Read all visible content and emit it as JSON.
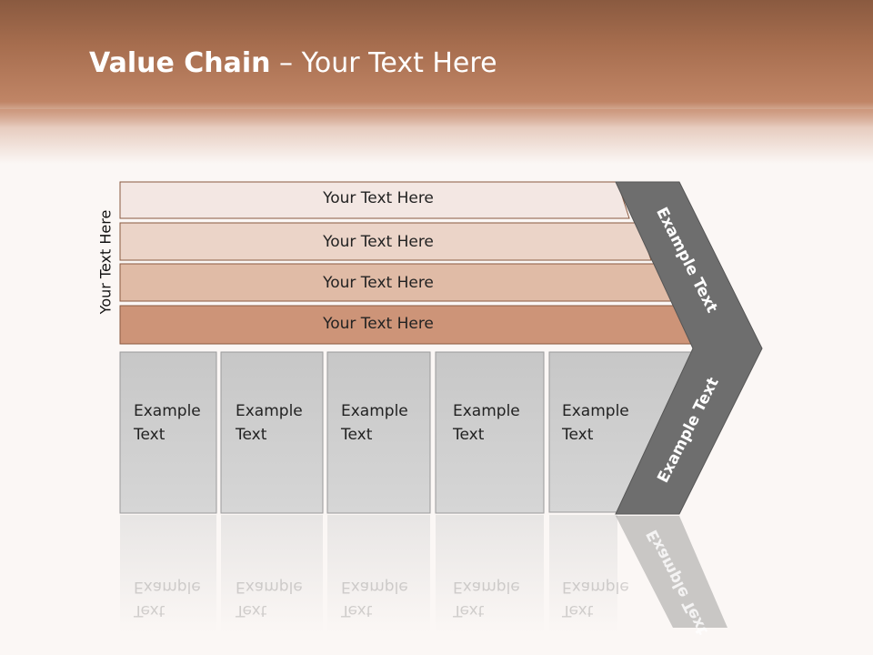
{
  "slide": {
    "title_bold": "Value Chain",
    "title_rest": " – Your Text Here",
    "side_label": "Your Text Here"
  },
  "bars": [
    {
      "label": "Your Text Here",
      "color": "#f3e7e3"
    },
    {
      "label": "Your Text Here",
      "color": "#ebd4c8"
    },
    {
      "label": "Your Text Here",
      "color": "#e0bba6"
    },
    {
      "label": "Your Text Here",
      "color": "#cd9478"
    }
  ],
  "columns": [
    {
      "line1": "Example",
      "line2": "Text"
    },
    {
      "line1": "Example",
      "line2": "Text"
    },
    {
      "line1": "Example",
      "line2": "Text"
    },
    {
      "line1": "Example",
      "line2": "Text"
    },
    {
      "line1": "Example",
      "line2": "Text"
    }
  ],
  "chevron": {
    "upper_label": "Example Text",
    "lower_label": "Example Text",
    "color": "#6e6e6e"
  }
}
